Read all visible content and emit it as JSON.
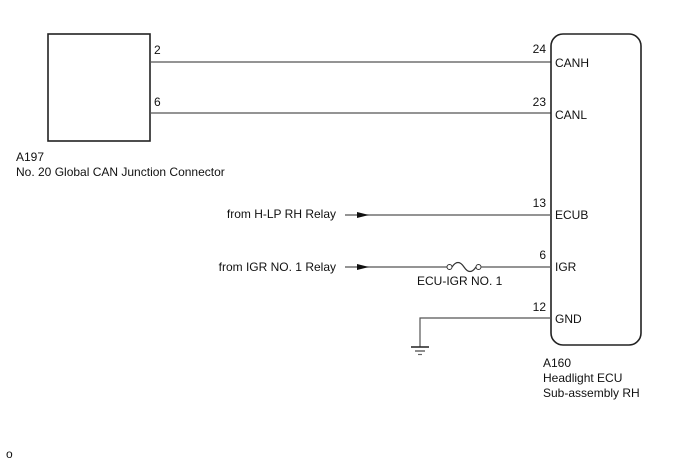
{
  "connector_a197": {
    "code": "A197",
    "name": "No. 20 Global CAN Junction Connector",
    "pins": [
      {
        "pin": "2"
      },
      {
        "pin": "6"
      }
    ]
  },
  "ecu_a160": {
    "code": "A160",
    "name_line1": "Headlight ECU",
    "name_line2": "Sub-assembly RH",
    "pins": [
      {
        "pin": "24",
        "signal": "CANH"
      },
      {
        "pin": "23",
        "signal": "CANL"
      },
      {
        "pin": "13",
        "signal": "ECUB"
      },
      {
        "pin": "6",
        "signal": "IGR"
      },
      {
        "pin": "12",
        "signal": "GND"
      }
    ]
  },
  "sources": {
    "hlp_relay": "from H-LP RH Relay",
    "igr_relay": "from IGR NO. 1 Relay"
  },
  "fuse": {
    "label": "ECU-IGR NO. 1"
  },
  "footer": {
    "mark": "o"
  },
  "colors": {
    "line": "#555555",
    "outline": "#222222",
    "text": "#111111"
  }
}
